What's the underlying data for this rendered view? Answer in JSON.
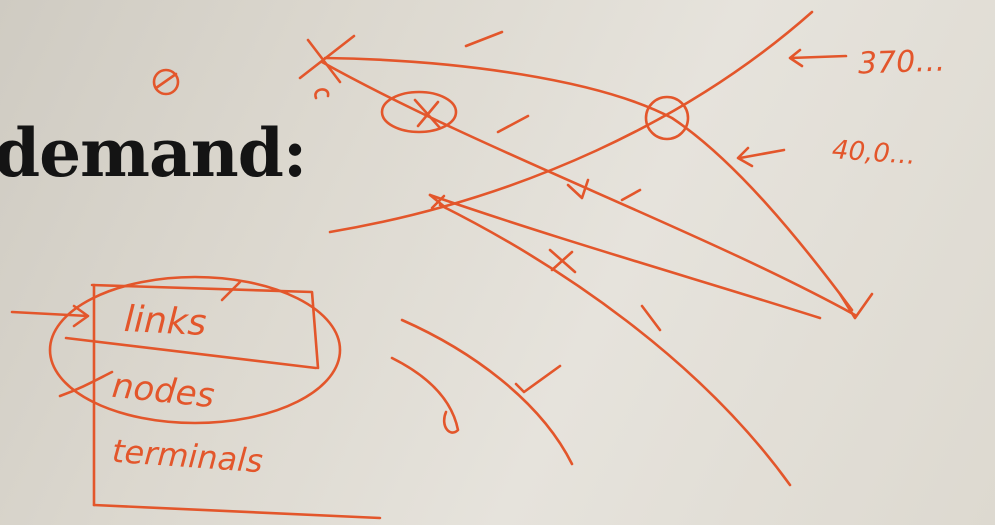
{
  "slide": {
    "heading_fragment": "demand:"
  },
  "handwriting": {
    "links": "links",
    "nodes": "nodes",
    "terminals": "terminals",
    "value_top": "370…",
    "value_mid": "40,0…"
  },
  "colors": {
    "ink": "#e3562b",
    "slide_text": "#141414",
    "background": "#e6e3dc"
  }
}
